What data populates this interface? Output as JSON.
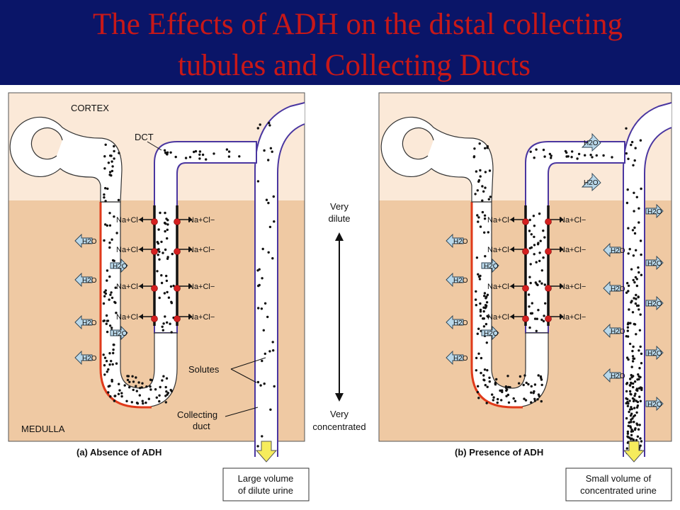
{
  "slide": {
    "title_line1": "The Effects of ADH on the distal collecting",
    "title_line2": "tubules and Collecting Ducts"
  },
  "colors": {
    "title_background": "#0a1568",
    "title_text": "#c81818",
    "cortex": "#fbe9d8",
    "medulla": "#efc9a3",
    "duct_outline": "#4a36a0",
    "loop_red": "#e03a1a",
    "ion_dot": "#d42020",
    "arrow_yellow": "#f6ec5c",
    "water_arrow": "#b9d8ea"
  },
  "panel_a": {
    "cortex_label": "CORTEX",
    "dct_label": "DCT",
    "medulla_label": "MEDULLA",
    "ion_label": "Na+Cl−",
    "water_label": "H2O",
    "solutes_label": "Solutes",
    "collecting_duct_line1": "Collecting",
    "collecting_duct_line2": "duct",
    "caption": "(a) Absence of ADH",
    "result_line1": "Large volume",
    "result_line2": "of dilute urine"
  },
  "scale": {
    "top_line1": "Very",
    "top_line2": "dilute",
    "bottom_line1": "Very",
    "bottom_line2": "concentrated"
  },
  "panel_b": {
    "ion_label": "Na+Cl−",
    "water_label": "H2O",
    "caption": "(b) Presence of ADH",
    "result_line1": "Small volume of",
    "result_line2": "concentrated urine"
  }
}
